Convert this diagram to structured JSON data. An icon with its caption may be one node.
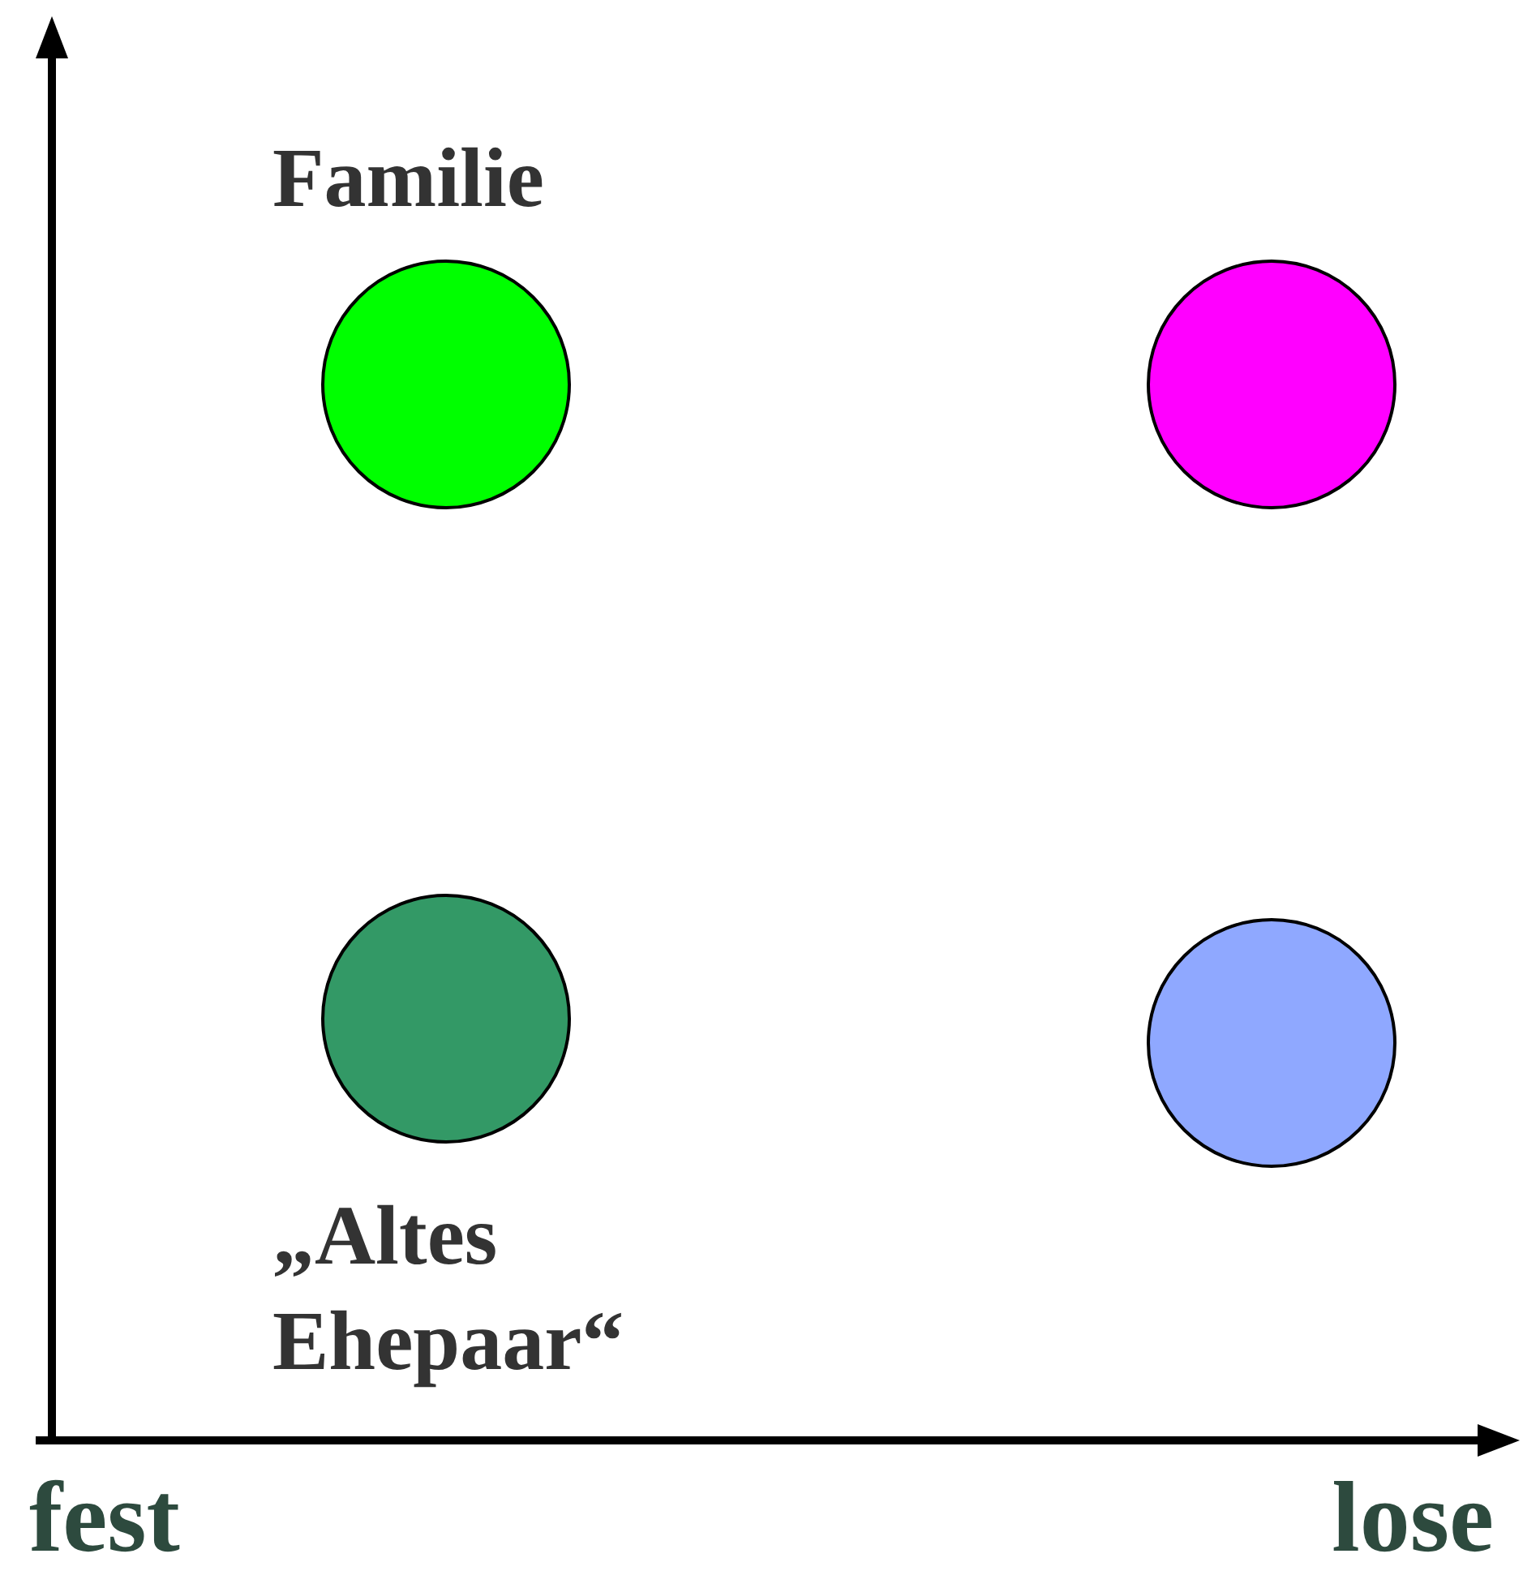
{
  "diagram": {
    "nodes": [
      {
        "text": [
          "Familie"
        ]
      },
      {
        "text": [],
        "shape": "circle"
      },
      {
        "text": [
          "„Altes Ehepaar“"
        ]
      },
      {
        "text": [],
        "shape": "circle"
      }
    ],
    "labels": [
      "fest",
      "lose"
    ]
  }
}
